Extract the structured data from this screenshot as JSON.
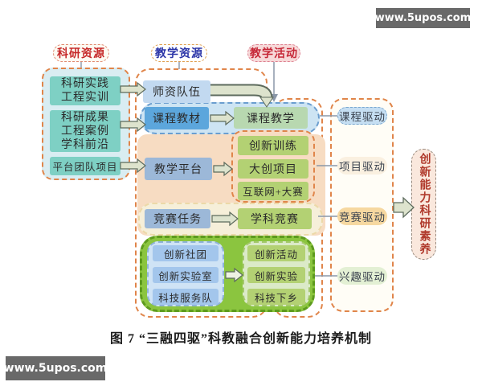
{
  "watermark": "www.5upos.com",
  "top_labels": {
    "research_resources": "科研资源",
    "teaching_resources": "教学资源",
    "teaching_activities": "教学活动"
  },
  "research_column": {
    "practice": [
      "科研实践",
      "工程实训"
    ],
    "results": [
      "科研成果",
      "工程案例",
      "学科前沿"
    ],
    "platform": "平台团队项目"
  },
  "teaching_column": {
    "teacher_team": "师资队伍",
    "course_materials": "课程教材",
    "teaching_platform": "教学平台",
    "competition_tasks": "竞赛任务"
  },
  "activities_column": {
    "course_teaching": "课程教学",
    "projects": [
      "创新训练",
      "大创项目",
      "互联网+大赛"
    ],
    "subject_competition": "学科竞赛"
  },
  "clubs": [
    "创新社团",
    "创新实验室",
    "科技服务队"
  ],
  "club_activities": [
    "创新活动",
    "创新实验",
    "科技下乡"
  ],
  "drives": {
    "course": "课程驱动",
    "project": "项目驱动",
    "competition": "竞赛驱动",
    "interest": "兴趣驱动"
  },
  "outcome": "创新能力科研素养",
  "caption": "图 7 “三融四驱”科教融合创新能力培养机制",
  "colors": {
    "container_dashed_orange": "#e0854a",
    "research_box_teal": "#7ed0c4",
    "research_container_fill": "#d9edf2",
    "course_band_fill": "#cde4f3",
    "course_band_border": "#6b9ecf",
    "course_materials_blue": "#5ca6dc",
    "course_teaching_green": "#b8d8b0",
    "platform_box_blue": "#9cb8d8",
    "activity_green": "#b3d173",
    "peach_band": "#f7dcc2",
    "cream_band": "#f6efd9",
    "green_container": "#8bc53f",
    "clubs_sub_fill": "#cfe3f5",
    "clubs_box_blue": "#a3c6ec",
    "acts_sub_fill": "#dbeac8",
    "drive_course": "#c5def2",
    "drive_project": "#faf0e0",
    "drive_competition": "#f6d8a0",
    "drive_interest": "#e3f0d4",
    "outcome_fill": "#fae8dd",
    "outcome_text": "#b03a2c",
    "label_red": "#c62828",
    "label_blue": "#2b35a8",
    "arrow_fill": "#dde3cd",
    "watermark_bg": "#696969"
  }
}
